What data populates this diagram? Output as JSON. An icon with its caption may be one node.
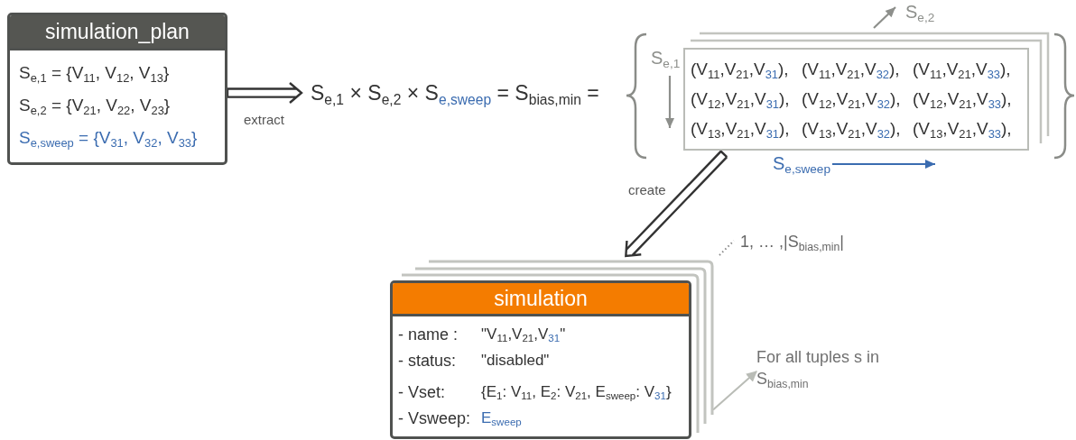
{
  "diagram": {
    "nodes": [
      {
        "text": [
          "simulation_plan",
          "S$_{e,1}$ = {V$_{11}$, V$_{12}$, V$_{13}$}",
          "S$_{e,2}$ = {V$_{21}$, V$_{22}$, V$_{23}$}",
          "S$_{e,sweep}$ = {V$_{31}$, V$_{32}$, V$_{33}$}"
        ]
      },
      {
        "text": [
          "S$_{e,1}$ × S$_{e,2}$ × S$_{e,sweep}$ = S$_{bias,min}$ ="
        ]
      },
      {
        "text": [
          "(V$_{11}$,V$_{21}$,V$_{31}$),",
          "(V$_{11}$,V$_{21}$,V$_{32}$),",
          "(V$_{11}$,V$_{21}$,V$_{33}$),",
          "(V$_{12}$,V$_{21}$,V$_{31}$),",
          "(V$_{12}$,V$_{21}$,V$_{32}$),",
          "(V$_{12}$,V$_{21}$,V$_{33}$),",
          "(V$_{13}$,V$_{21}$,V$_{31}$),",
          "(V$_{13}$,V$_{21}$,V$_{32}$),",
          "(V$_{13}$,V$_{21}$,V$_{33}$),"
        ]
      },
      {
        "text": [
          "simulation",
          "- name :",
          "\"V$_{11}$,V$_{21}$,V$_{31}$\"",
          "- status:",
          "\"disabled\"",
          "- Vset:",
          "{E$_{1}$: V$_{11}$, E$_{2}$: V$_{21}$, E$_{sweep}$: V$_{31}$}",
          "- Vsweep:",
          "E$_{sweep}$"
        ]
      },
      {
        "text": [
          "For all tuples s in S$_{bias,min}$"
        ]
      }
    ],
    "edges": [
      {
        "from": 0,
        "to": 1,
        "arrow": "to",
        "label": "extract"
      },
      {
        "from": 2,
        "to": 3,
        "arrow": "to",
        "label": "create"
      },
      {
        "from": 3,
        "to": 4,
        "arrow": "to",
        "color": "#b9bcb6"
      }
    ],
    "labels": [
      "S$_{e,2}$",
      "S$_{e,1}$",
      "S$_{e,sweep}$",
      "1, … ,|S$_{bias,min}$|"
    ]
  }
}
